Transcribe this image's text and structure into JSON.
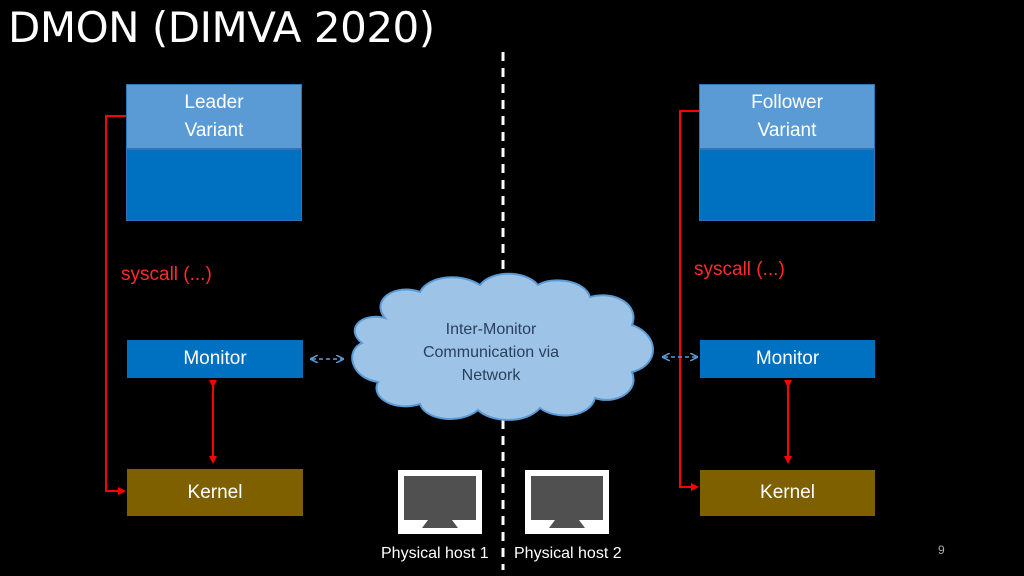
{
  "slide": {
    "title": "DMON (DIMVA 2020)",
    "page_number": "9"
  },
  "left": {
    "variant_line1": "Leader",
    "variant_line2": "Variant",
    "syscall": "syscall (...)",
    "monitor": "Monitor",
    "kernel": "Kernel"
  },
  "right": {
    "variant_line1": "Follower",
    "variant_line2": "Variant",
    "syscall": "syscall (...)",
    "monitor": "Monitor",
    "kernel": "Kernel"
  },
  "cloud": {
    "line1": "Inter-Monitor",
    "line2": "Communication via",
    "line3": "Network"
  },
  "hosts": {
    "host1": "Physical host 1",
    "host2": "Physical host 2"
  },
  "colors": {
    "background": "#000000",
    "variant_top": "#5b9bd5",
    "variant_bottom": "#0070c0",
    "monitor": "#0070c0",
    "kernel": "#7f6000",
    "syscall_arrow": "#ff0000",
    "cloud_fill": "#9dc3e6",
    "cloud_stroke": "#5b9bd5",
    "separator": "#ffffff"
  },
  "icons": {
    "host1": "monitor-icon",
    "host2": "monitor-icon"
  }
}
